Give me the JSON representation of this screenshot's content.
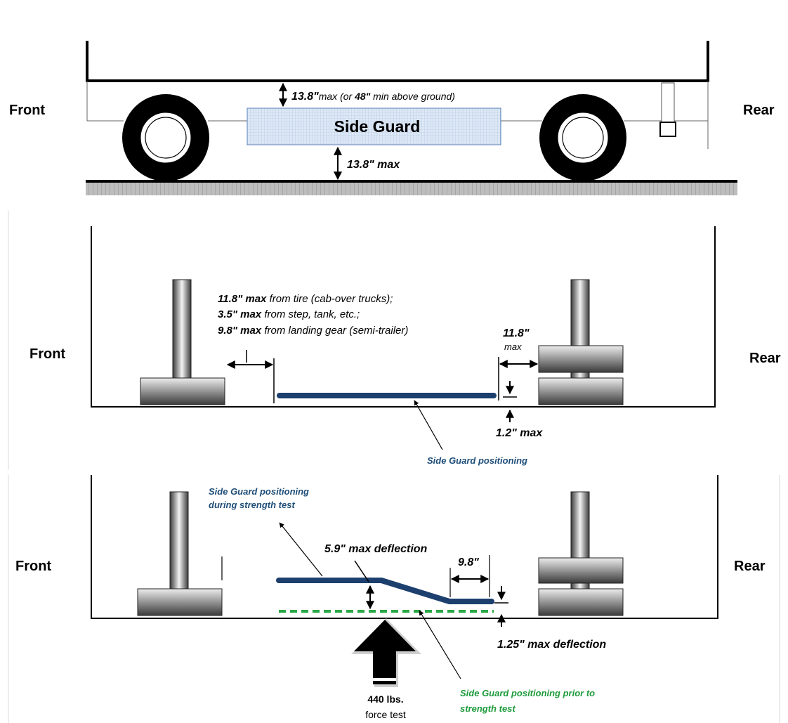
{
  "colors": {
    "guard_blue": "#1c3f6e",
    "guard_fill": "#dde8f6",
    "green_dashed": "#2aa845",
    "blue_label": "#1f4e79",
    "green_label": "#1e9b3c"
  },
  "panel1": {
    "front": "Front",
    "rear": "Rear",
    "side_guard": "Side Guard",
    "top_gap_value": "13.8\"",
    "top_gap_rest1": "max (or ",
    "top_gap_bold2": "48\"",
    "top_gap_rest2": " min above ground)",
    "bottom_gap": "13.8\" max"
  },
  "panel2": {
    "front": "Front",
    "rear": "Rear",
    "line1_bold": "11.8\" max",
    "line1_rest": " from tire (cab-over trucks);",
    "line2_bold": "3.5\" max",
    "line2_rest": " from step, tank, etc.;",
    "line3_bold": "9.8\" max",
    "line3_rest": " from landing gear (semi-trailer)",
    "rear_gap_value": "11.8\"",
    "rear_gap_unit": "max",
    "ground_gap": "1.2\" max",
    "guard_label": "Side Guard positioning"
  },
  "panel3": {
    "front": "Front",
    "rear": "Rear",
    "test_label_1": "Side Guard positioning",
    "test_label_2": "during strength test",
    "deflection": "5.9\" max deflection",
    "end_length": "9.8\"",
    "end_deflection": "1.25\" max deflection",
    "force_value": "440 lbs.",
    "force_text": "force test",
    "prior_label_1": "Side Guard positioning prior to",
    "prior_label_2": "strength test"
  }
}
